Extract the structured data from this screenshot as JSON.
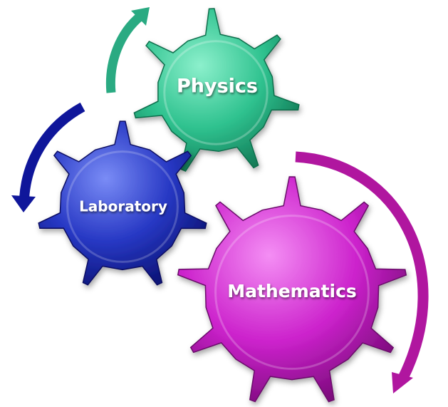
{
  "gears": [
    {
      "id": "physics",
      "label": "Physics",
      "color": "#2fc28f",
      "light": "#7fe6c0",
      "dark": "#138a62"
    },
    {
      "id": "laboratory",
      "label": "Laboratory",
      "color": "#2738c4",
      "light": "#6b7cf0",
      "dark": "#10198a"
    },
    {
      "id": "mathematics",
      "label": "Mathematics",
      "color": "#cc22cc",
      "light": "#f07af0",
      "dark": "#8a0f8a"
    }
  ],
  "arrows": [
    {
      "id": "teal-arrow",
      "color": "#2aaa82"
    },
    {
      "id": "navy-arrow",
      "color": "#0f169a"
    },
    {
      "id": "magenta-arrow",
      "color": "#b0169f"
    }
  ]
}
